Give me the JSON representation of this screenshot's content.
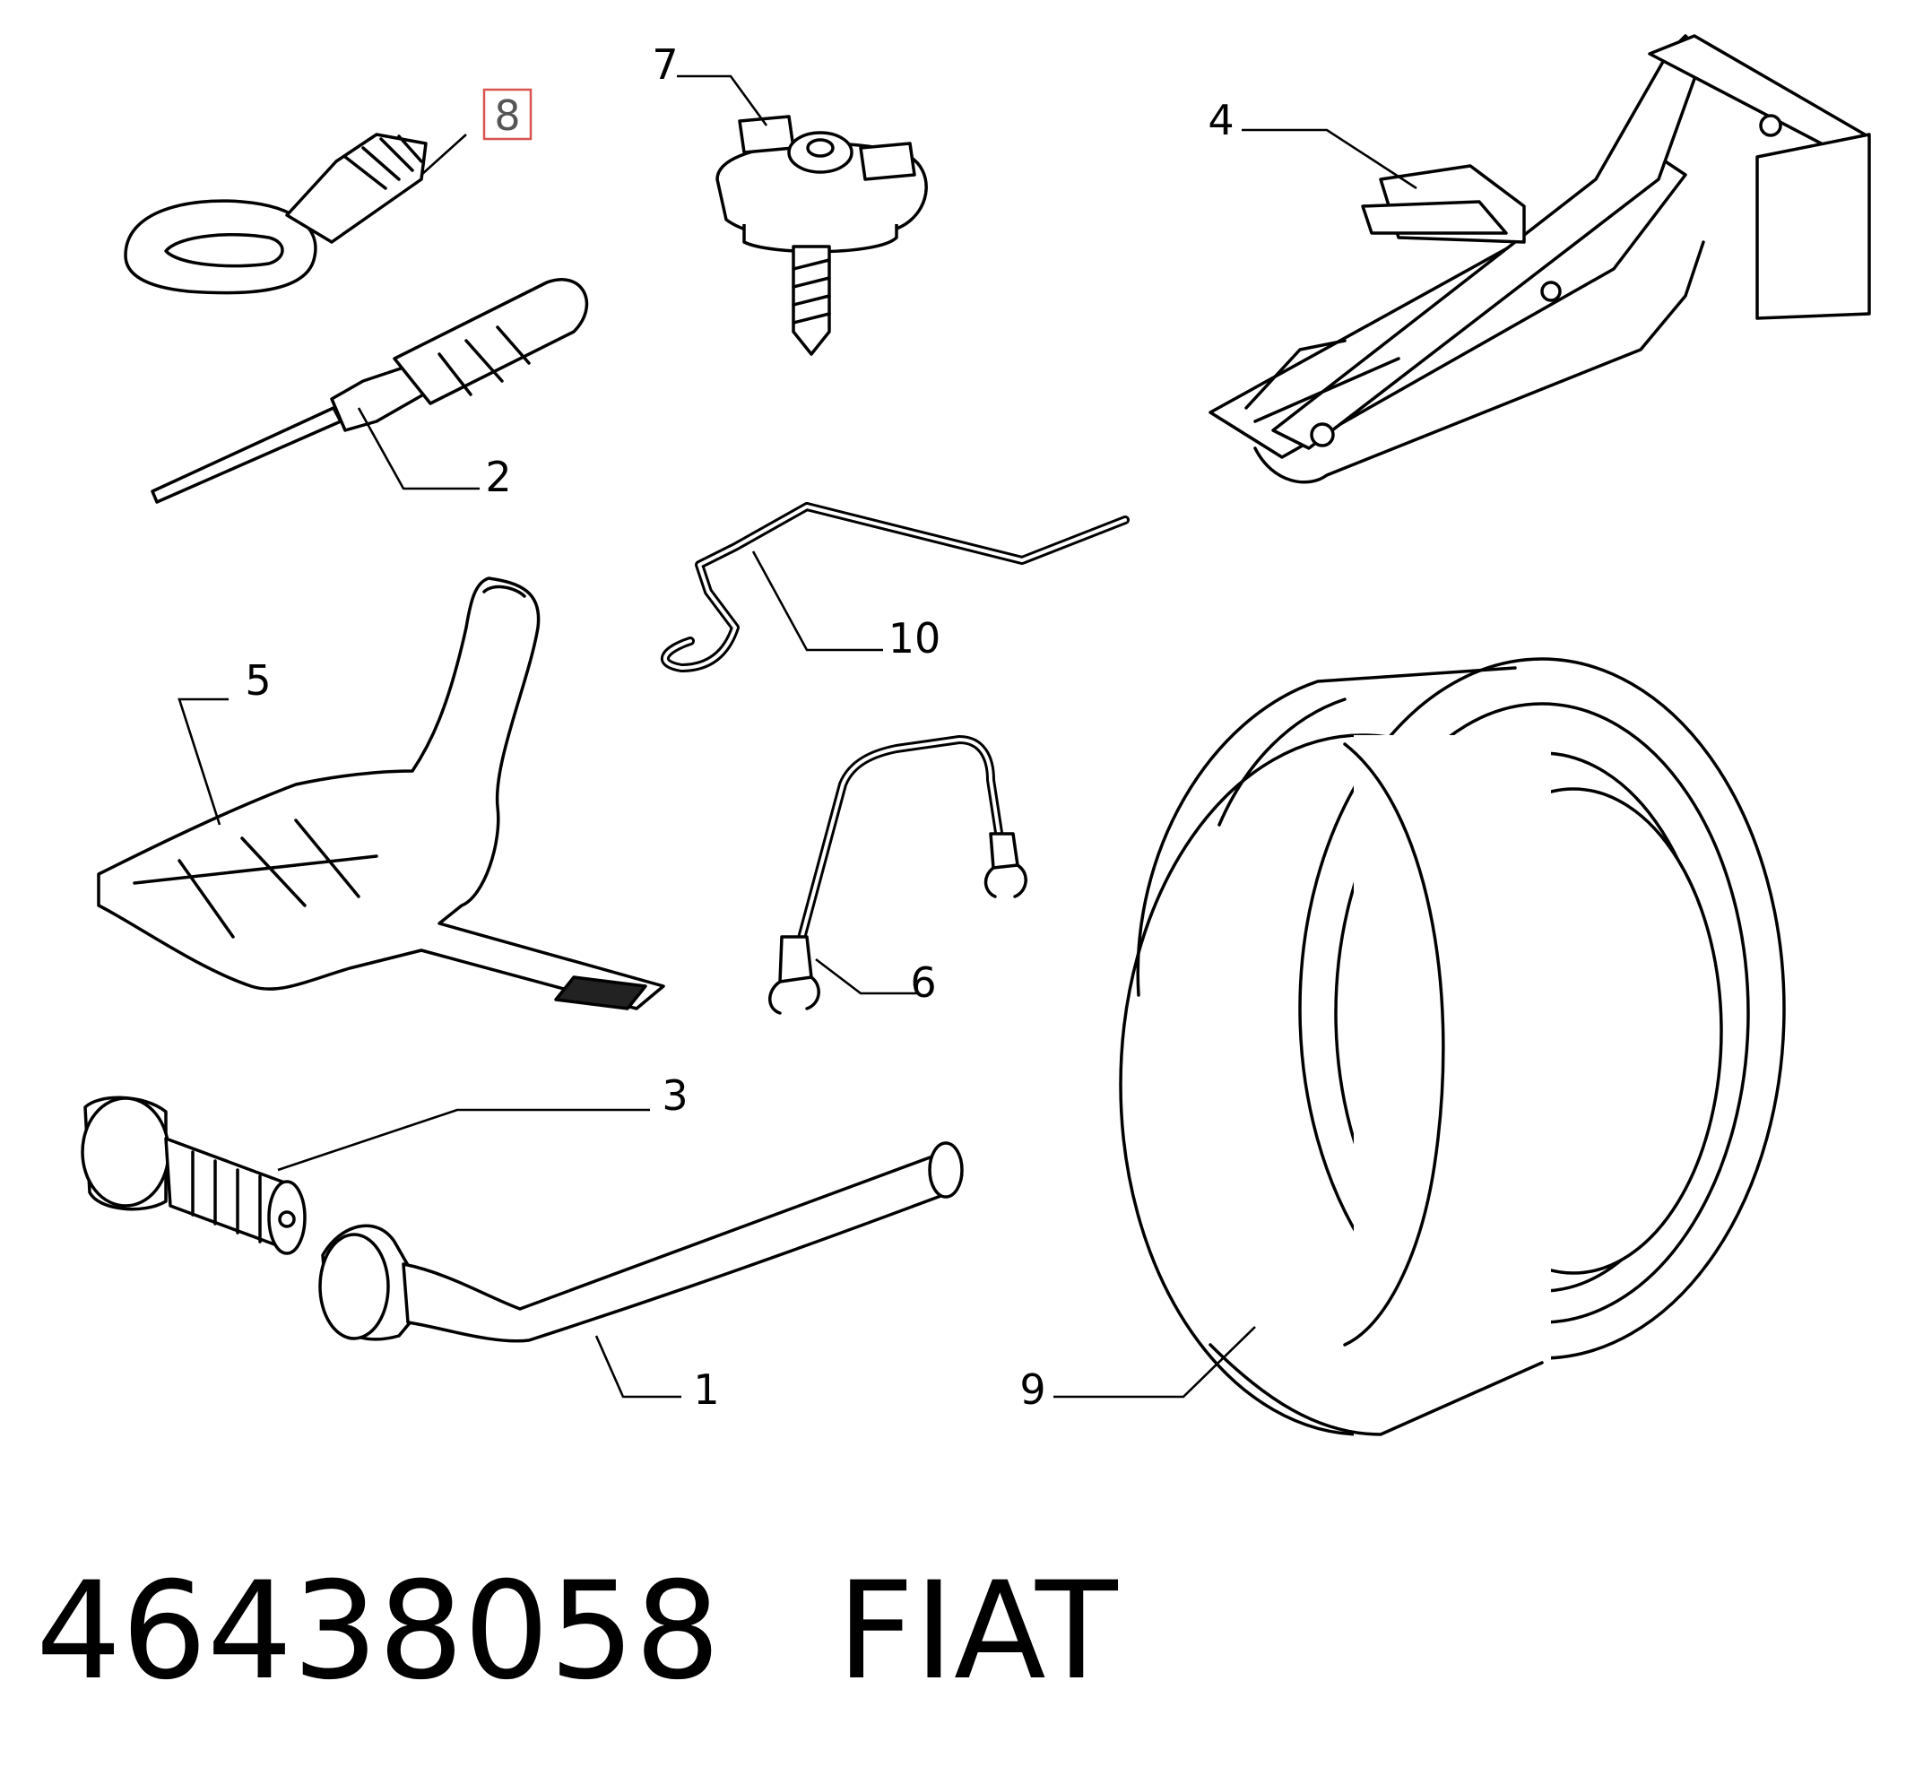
{
  "callouts": {
    "c1": "1",
    "c2": "2",
    "c3": "3",
    "c4": "4",
    "c5": "5",
    "c6": "6",
    "c7": "7",
    "c8": "8",
    "c9": "9",
    "c10": "10"
  },
  "highlighted_callout": "8",
  "highlight_color": "#d9534f",
  "footer": {
    "part_number": "46438058",
    "brand": "FIAT"
  }
}
